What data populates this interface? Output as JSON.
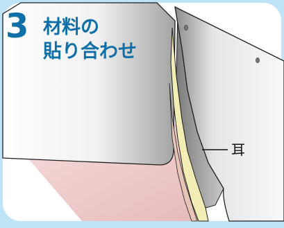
{
  "step": {
    "number": "3",
    "title_line_1": "材料の",
    "title_line_2": "貼り合わせ"
  },
  "callout": {
    "label": "耳"
  },
  "colors": {
    "frame": "#bfe4f7",
    "title": "#0f6fa6",
    "sheet_light": "#ffffff",
    "sheet_shadow": "#9a9a9a",
    "lining": "#efc8c8",
    "edge_cream": "#f1edb4",
    "edge_dark": "#8e8e8e"
  }
}
